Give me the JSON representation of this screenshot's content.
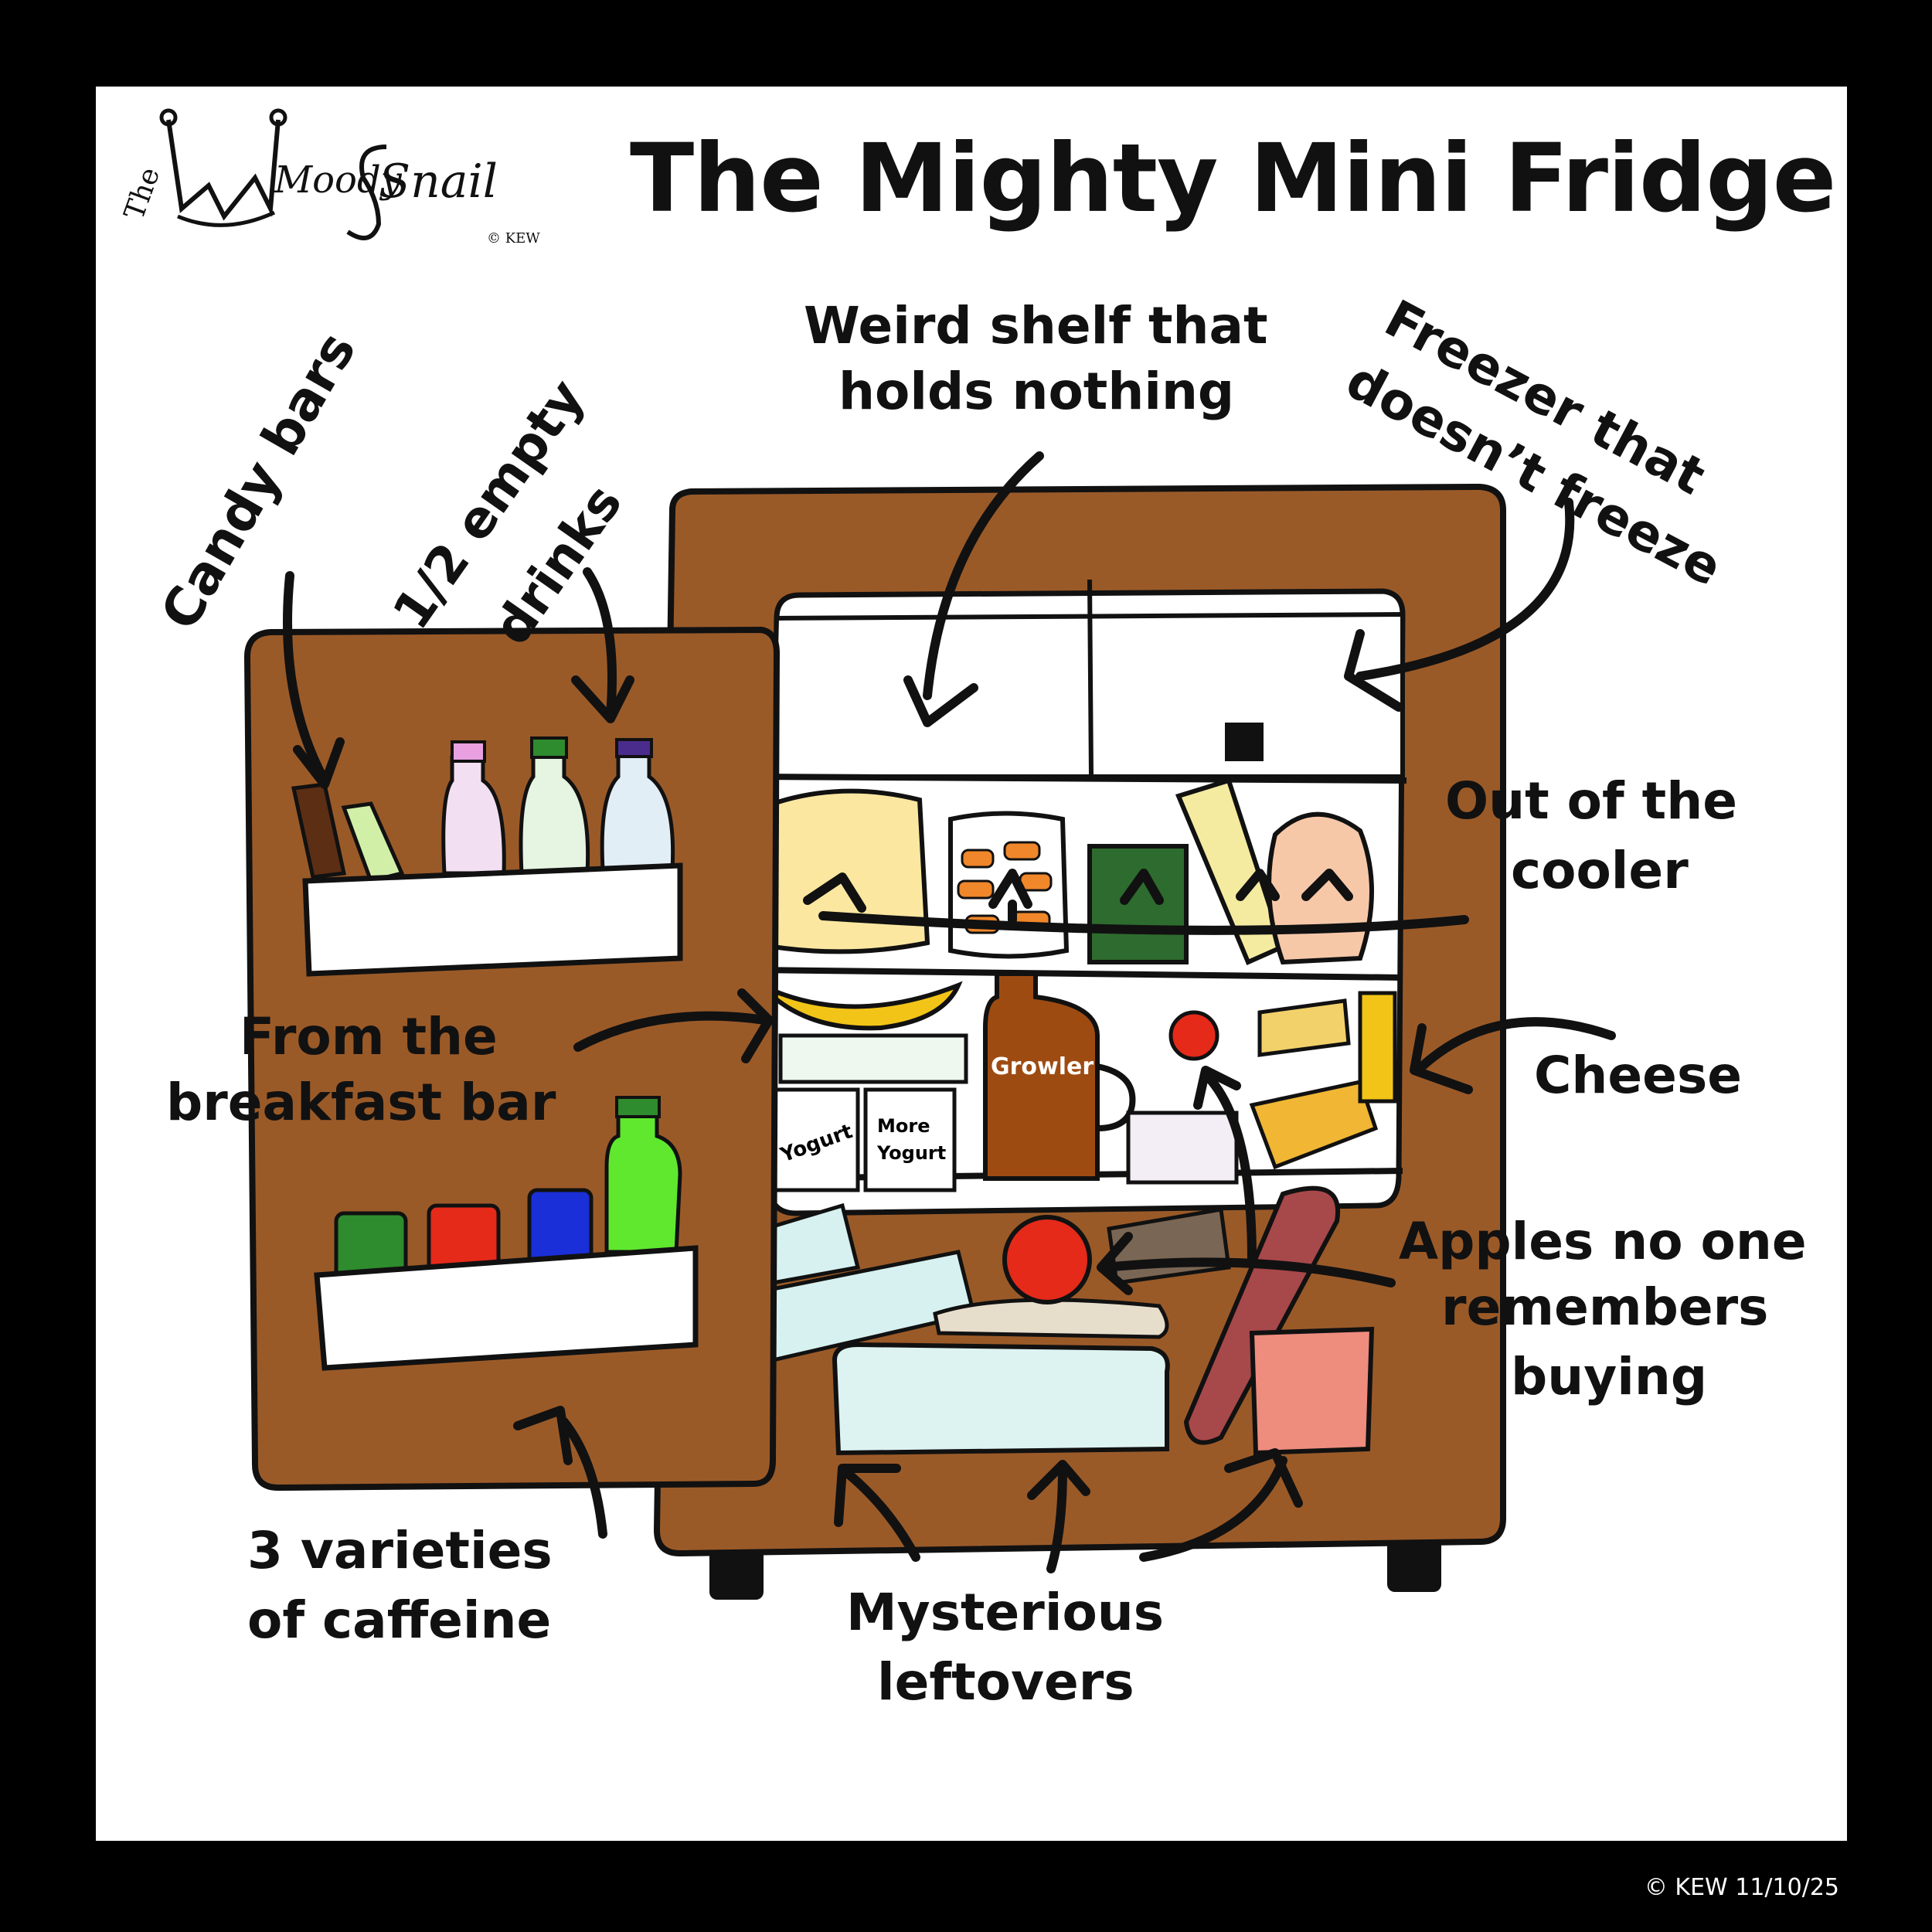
{
  "title": "The Mighty Mini Fridge",
  "logo": {
    "the": "The",
    "moody": "Moody",
    "snail": "Snail",
    "copyright": "© KEW"
  },
  "labels": {
    "candy_bars": "Candy bars",
    "half_empty_drinks_1": "1/2 empty",
    "half_empty_drinks_2": "drinks",
    "weird_shelf_1": "Weird shelf that",
    "weird_shelf_2": "holds nothing",
    "freezer_1": "Freezer that",
    "freezer_2": "doesn’t freeze",
    "out_of_cooler_1": "Out of the",
    "out_of_cooler_2": "cooler",
    "breakfast_bar_1": "From the",
    "breakfast_bar_2": "breakfast bar",
    "cheese": "Cheese",
    "apples_1": "Apples no one",
    "apples_2": "remembers",
    "apples_3": "buying",
    "caffeine_1": "3 varieties",
    "caffeine_2": "of caffeine",
    "leftovers_1": "Mysterious",
    "leftovers_2": "leftovers"
  },
  "items": {
    "growler": "Growler",
    "yogurt": "Yogurt",
    "more_yogurt_1": "More",
    "more_yogurt_2": "Yogurt"
  },
  "footer": "© KEW   11/10/25",
  "colors": {
    "fridge_brown": "#9A5A28",
    "background": "#000000",
    "panel": "#ffffff"
  }
}
